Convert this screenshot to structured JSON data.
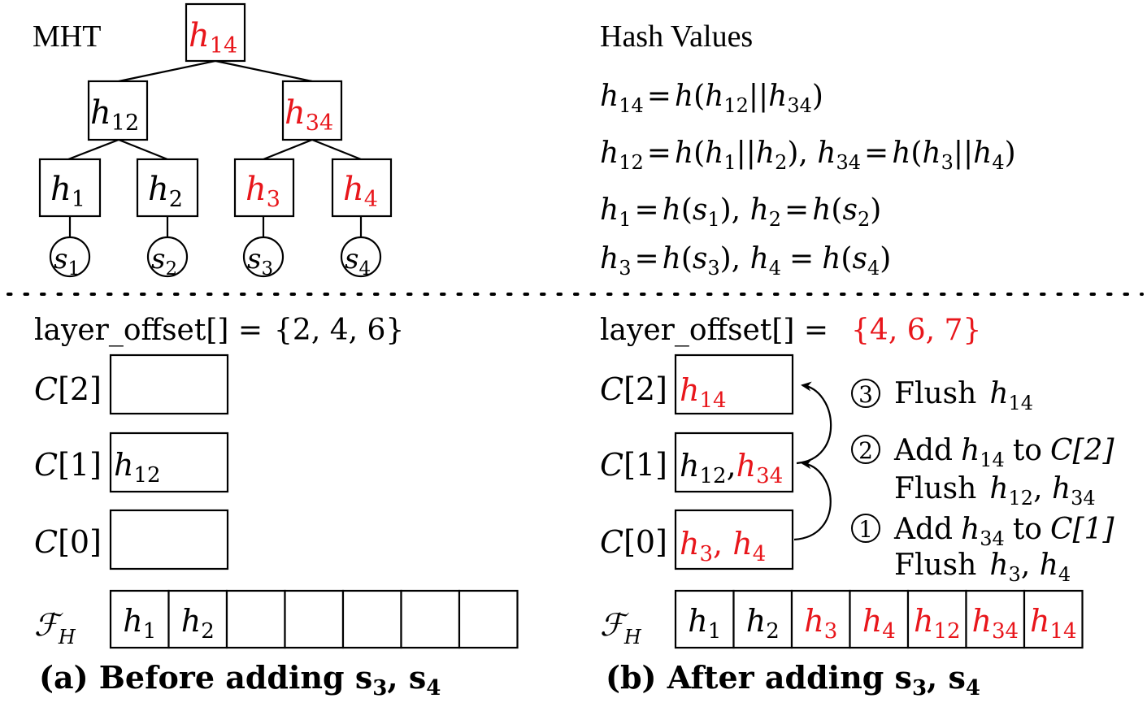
{
  "colors": {
    "ink": "#000000",
    "highlight": "#e8161b"
  },
  "tree": {
    "title": "MHT",
    "nodes": {
      "h14": {
        "base": "h",
        "sub": "14",
        "highlight": true
      },
      "h12": {
        "base": "h",
        "sub": "12",
        "highlight": false
      },
      "h34": {
        "base": "h",
        "sub": "34",
        "highlight": true
      },
      "h1": {
        "base": "h",
        "sub": "1",
        "highlight": false
      },
      "h2": {
        "base": "h",
        "sub": "2",
        "highlight": false
      },
      "h3": {
        "base": "h",
        "sub": "3",
        "highlight": true
      },
      "h4": {
        "base": "h",
        "sub": "4",
        "highlight": true
      }
    },
    "leaves": [
      {
        "base": "s",
        "sub": "1"
      },
      {
        "base": "s",
        "sub": "2"
      },
      {
        "base": "s",
        "sub": "3"
      },
      {
        "base": "s",
        "sub": "4"
      }
    ]
  },
  "hash_values": {
    "title": "Hash Values",
    "eq1": {
      "a": "h",
      "a_sub": "14",
      "b": "h",
      "b_sub": "12",
      "c": "h",
      "c_sub": "34"
    },
    "eq2": {
      "a": "h",
      "a_sub": "12",
      "b": "h",
      "b_sub": "1",
      "c": "h",
      "c_sub": "2",
      "d": "h",
      "d_sub": "34",
      "e": "h",
      "e_sub": "3",
      "f": "h",
      "f_sub": "4"
    },
    "eq3": {
      "a": "h",
      "a_sub": "1",
      "b": "s",
      "b_sub": "1",
      "c": "h",
      "c_sub": "2",
      "d": "s",
      "d_sub": "2"
    },
    "eq4": {
      "a": "h",
      "a_sub": "3",
      "b": "s",
      "b_sub": "3",
      "c": "h",
      "c_sub": "4",
      "d": "s",
      "d_sub": "4"
    },
    "fn": "h",
    "eq_sign": "=",
    "concat": "||"
  },
  "panel_a": {
    "layer_offset_label": "layer_offset[] =",
    "layer_offset_value": "{2, 4, 6}",
    "cache_labels": [
      "C[2]",
      "C[1]",
      "C[0]"
    ],
    "cache_contents": {
      "c2": "",
      "c1": {
        "base": "h",
        "sub": "12"
      },
      "c0": ""
    },
    "file_label": {
      "base": "ℱ",
      "sub": "H"
    },
    "file_cells": [
      {
        "base": "h",
        "sub": "1",
        "highlight": false
      },
      {
        "base": "h",
        "sub": "2",
        "highlight": false
      },
      null,
      null,
      null,
      null,
      null
    ],
    "caption": "(a) Before adding ",
    "caption_s3": {
      "base": "s",
      "sub": "3"
    },
    "caption_s4": {
      "base": "s",
      "sub": "4"
    }
  },
  "panel_b": {
    "layer_offset_label": "layer_offset[] =",
    "layer_offset_value": "{4, 6, 7}",
    "cache_labels": [
      "C[2]",
      "C[1]",
      "C[0]"
    ],
    "file_label": {
      "base": "ℱ",
      "sub": "H"
    },
    "file_cells": [
      {
        "base": "h",
        "sub": "1",
        "highlight": false
      },
      {
        "base": "h",
        "sub": "2",
        "highlight": false
      },
      {
        "base": "h",
        "sub": "3",
        "highlight": true
      },
      {
        "base": "h",
        "sub": "4",
        "highlight": true
      },
      {
        "base": "h",
        "sub": "12",
        "highlight": true
      },
      {
        "base": "h",
        "sub": "34",
        "highlight": true
      },
      {
        "base": "h",
        "sub": "14",
        "highlight": true
      }
    ],
    "steps": {
      "step3": {
        "num": "3",
        "text": "Flush"
      },
      "step2": {
        "num": "2",
        "line1_a": "Add",
        "line1_b": "to",
        "target": "C[2]",
        "line2": "Flush"
      },
      "step1": {
        "num": "1",
        "line1_a": "Add",
        "line1_b": "to",
        "target": "C[1]",
        "line2": "Flush"
      }
    },
    "caption": "(b) After adding ",
    "caption_s3": {
      "base": "s",
      "sub": "3"
    },
    "caption_s4": {
      "base": "s",
      "sub": "4"
    }
  }
}
